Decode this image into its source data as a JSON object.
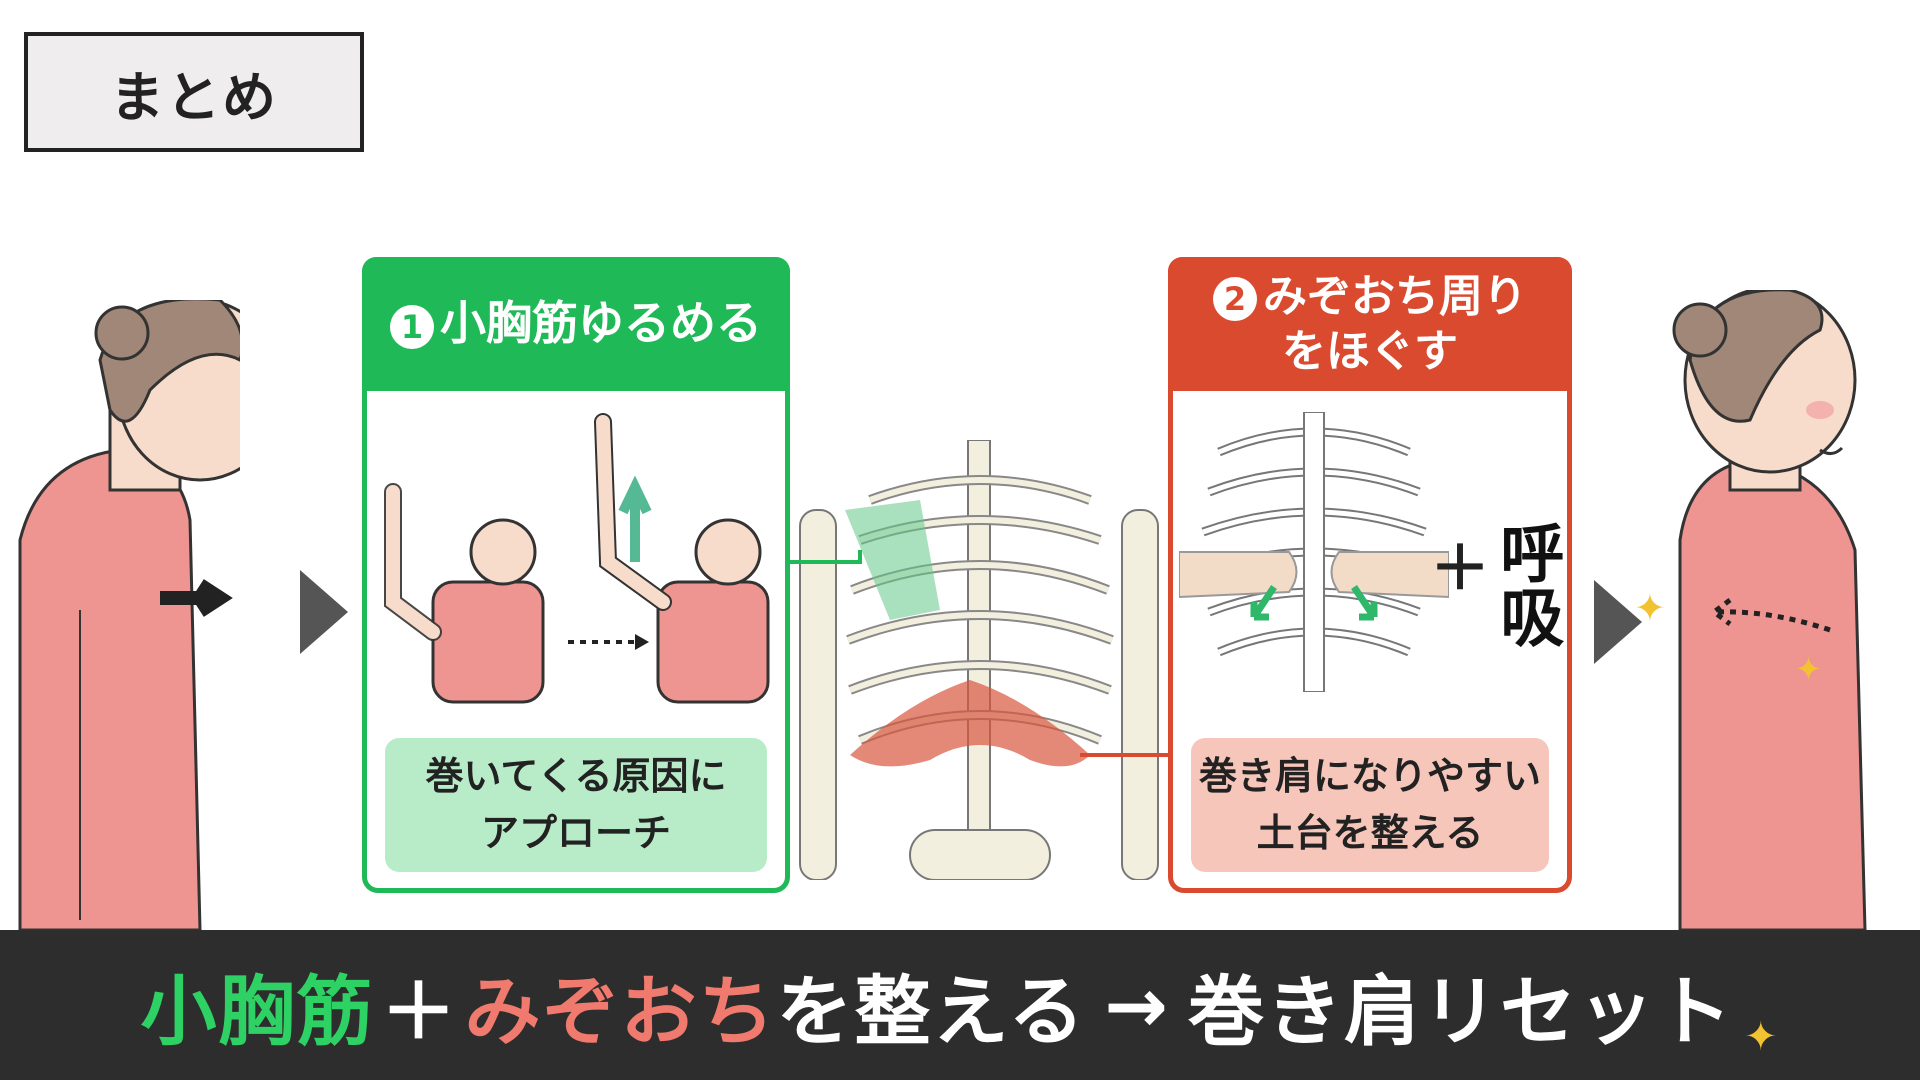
{
  "header": {
    "tag_label": "まとめ"
  },
  "panel1": {
    "number": "1",
    "title": "小胸筋ゆるめる",
    "caption_line1": "巻いてくる原因に",
    "caption_line2": "アプローチ",
    "color": "#1fb957"
  },
  "panel2": {
    "number": "2",
    "title_line1": "みぞおち周り",
    "title_line2": "をほぐす",
    "plus": "＋",
    "breathing": "呼吸",
    "caption_line1": "巻き肩になりやすい",
    "caption_line2": "土台を整える",
    "color": "#d94a2f"
  },
  "banner": {
    "part1": "小胸筋",
    "plus": "＋",
    "part2": "みぞおち",
    "part3": "を整える",
    "arrow": "→",
    "part4": "巻き肩リセット",
    "colors": {
      "part1": "#2ed163",
      "part2": "#f07a6e",
      "rest": "#ffffff"
    }
  },
  "icons": [
    "sparkle-icon",
    "arrow-right-icon",
    "play-triangle-icon"
  ]
}
